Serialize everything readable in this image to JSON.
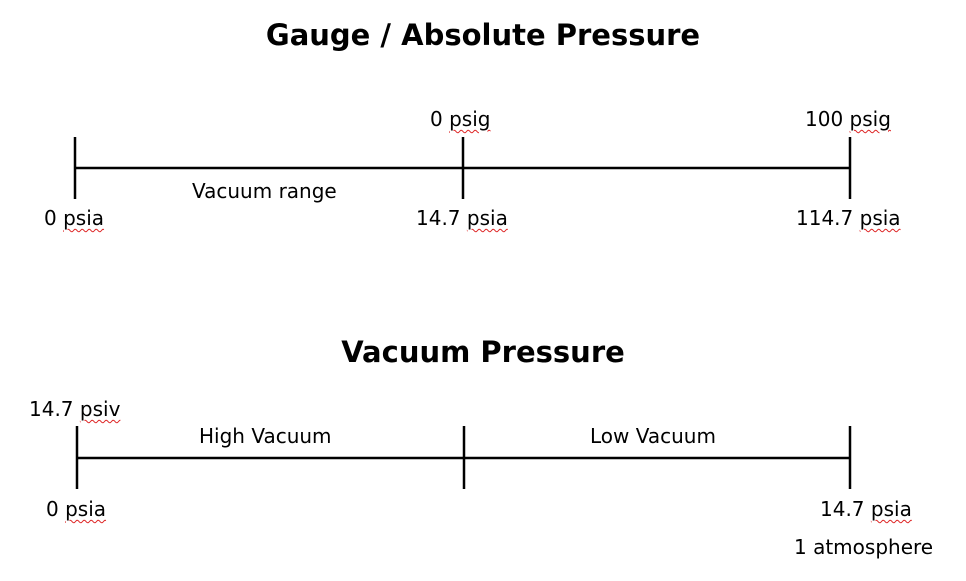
{
  "gauge": {
    "title": "Gauge / Absolute Pressure",
    "top_labels": [
      {
        "num": "0",
        "unit": "psig"
      },
      {
        "num": "100",
        "unit": "psig"
      }
    ],
    "range_label": "Vacuum range",
    "bottom_labels": [
      {
        "num": "0",
        "unit": "psia"
      },
      {
        "num": "14.7",
        "unit": "psia"
      },
      {
        "num": "114.7",
        "unit": "psia"
      }
    ]
  },
  "vacuum": {
    "title": "Vacuum Pressure",
    "top_label": {
      "num": "14.7",
      "unit": "psiv"
    },
    "range_labels": [
      "High Vacuum",
      "Low Vacuum"
    ],
    "bottom_labels": [
      {
        "num": "0",
        "unit": "psia"
      },
      {
        "num": "14.7",
        "unit": "psia"
      }
    ],
    "note": "1 atmosphere"
  }
}
